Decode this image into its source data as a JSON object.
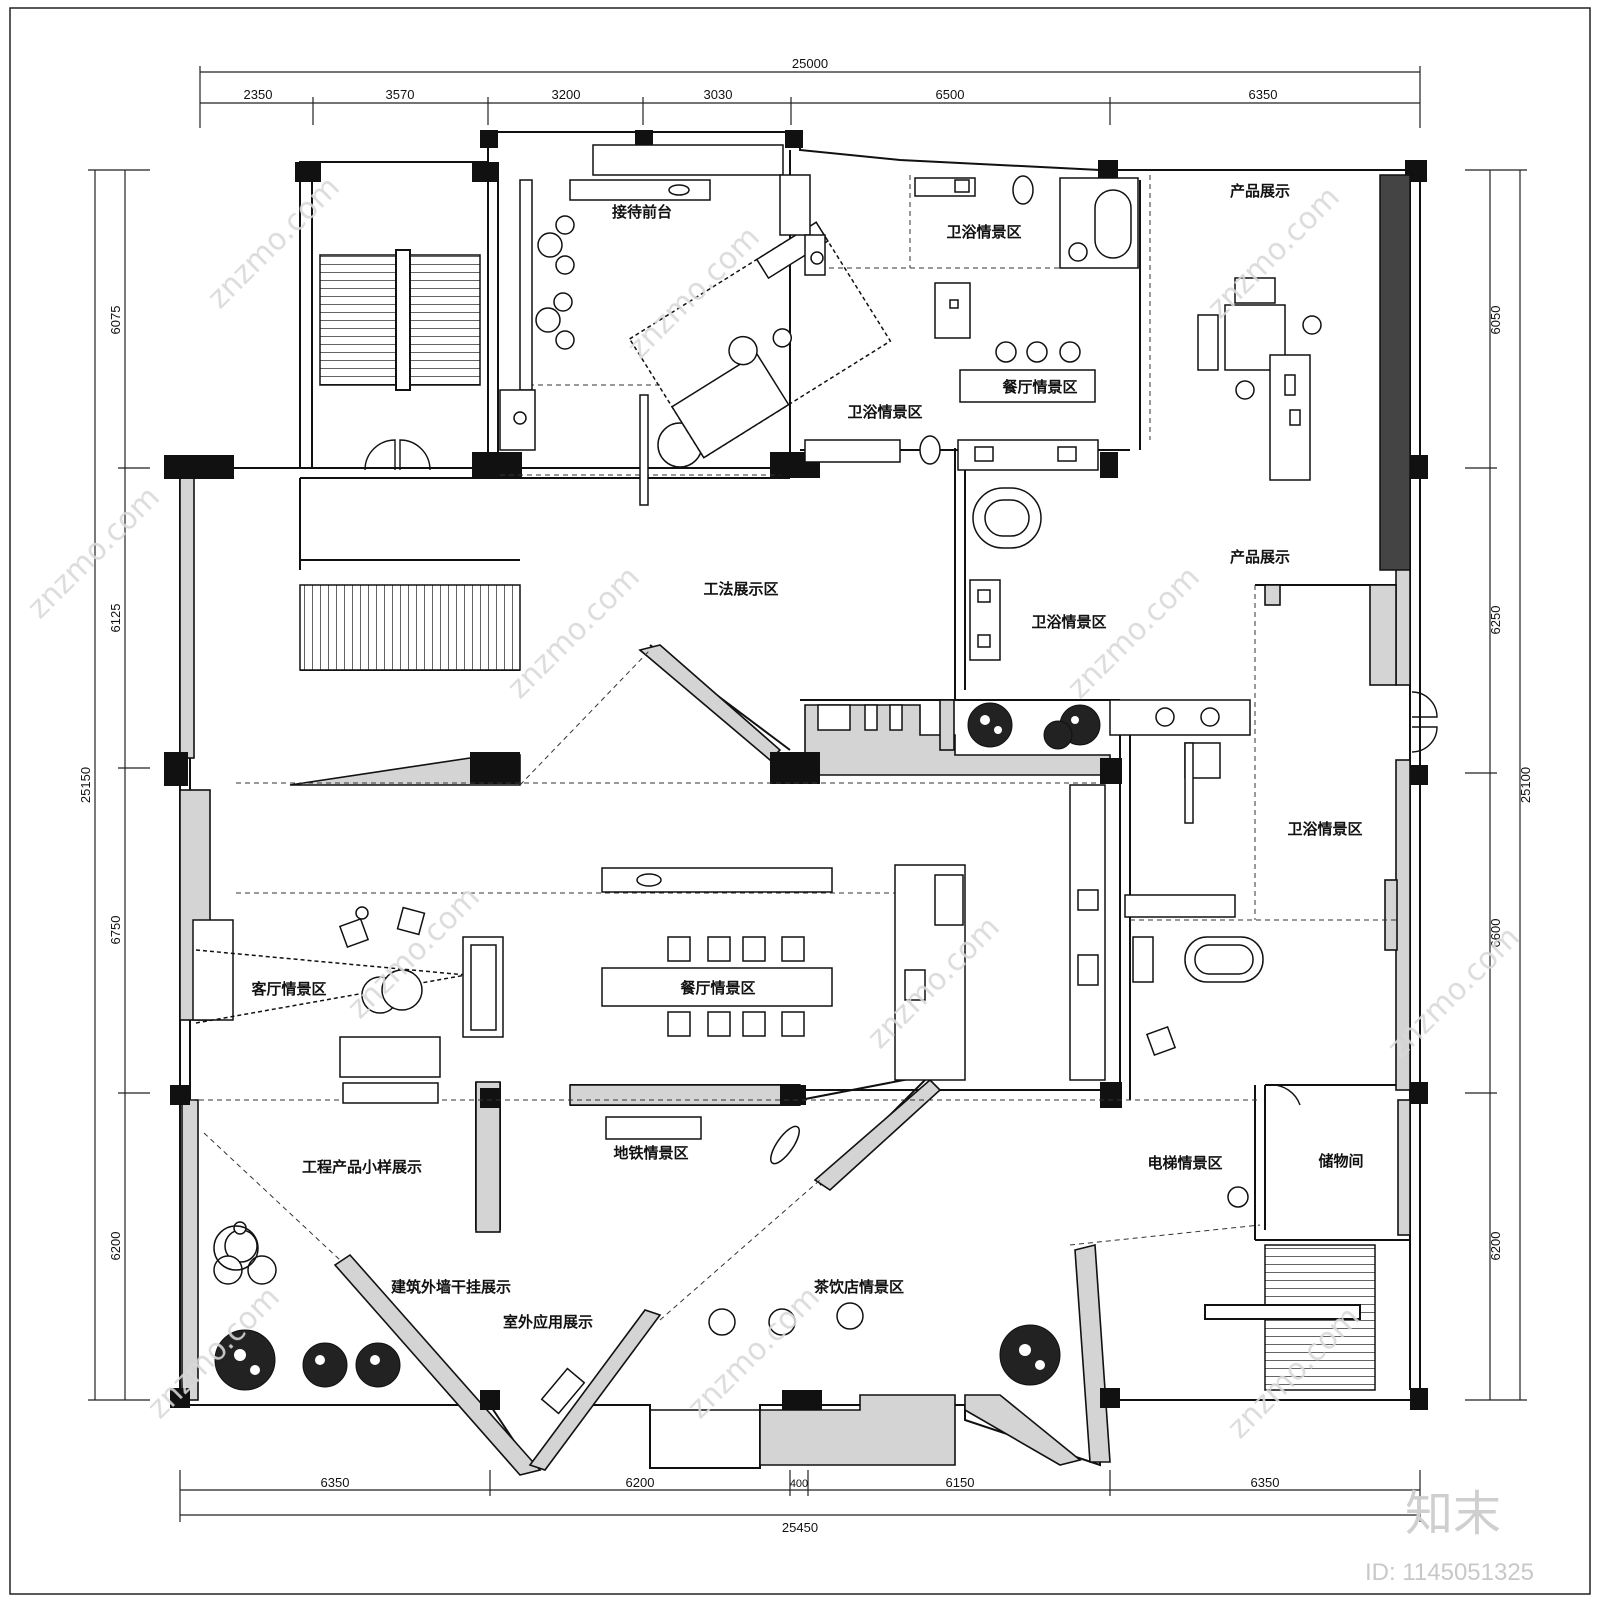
{
  "dimensions": {
    "top_total": "25000",
    "top": [
      "2350",
      "3570",
      "3200",
      "3030",
      "6500",
      "6350"
    ],
    "bottom_total": "25450",
    "bottom": [
      "6350",
      "6200",
      "400",
      "6150",
      "6350"
    ],
    "left_total": "25150",
    "left": [
      "6075",
      "6125",
      "6750",
      "6200"
    ],
    "right_total": "25100",
    "right": [
      "6050",
      "6250",
      "6600",
      "6200"
    ]
  },
  "rooms": {
    "reception": "接待前台",
    "bath_top": "卫浴情景区",
    "product_top": "产品展示",
    "bath_center": "卫浴情景区",
    "dining_small": "餐厅情景区",
    "product_bottom": "产品展示",
    "craft": "工法展示区",
    "bath_mid": "卫浴情景区",
    "bath_right": "卫浴情景区",
    "living": "客厅情景区",
    "dining_main": "餐厅情景区",
    "engineering": "工程产品小样展示",
    "metro": "地铁情景区",
    "elevator": "电梯情景区",
    "storage": "储物间",
    "facade": "建筑外墙干挂展示",
    "outdoor": "室外应用展示",
    "teahouse": "茶饮店情景区"
  },
  "watermark": "znzmo.com",
  "brand": "知末",
  "image_id": "ID: 1145051325"
}
